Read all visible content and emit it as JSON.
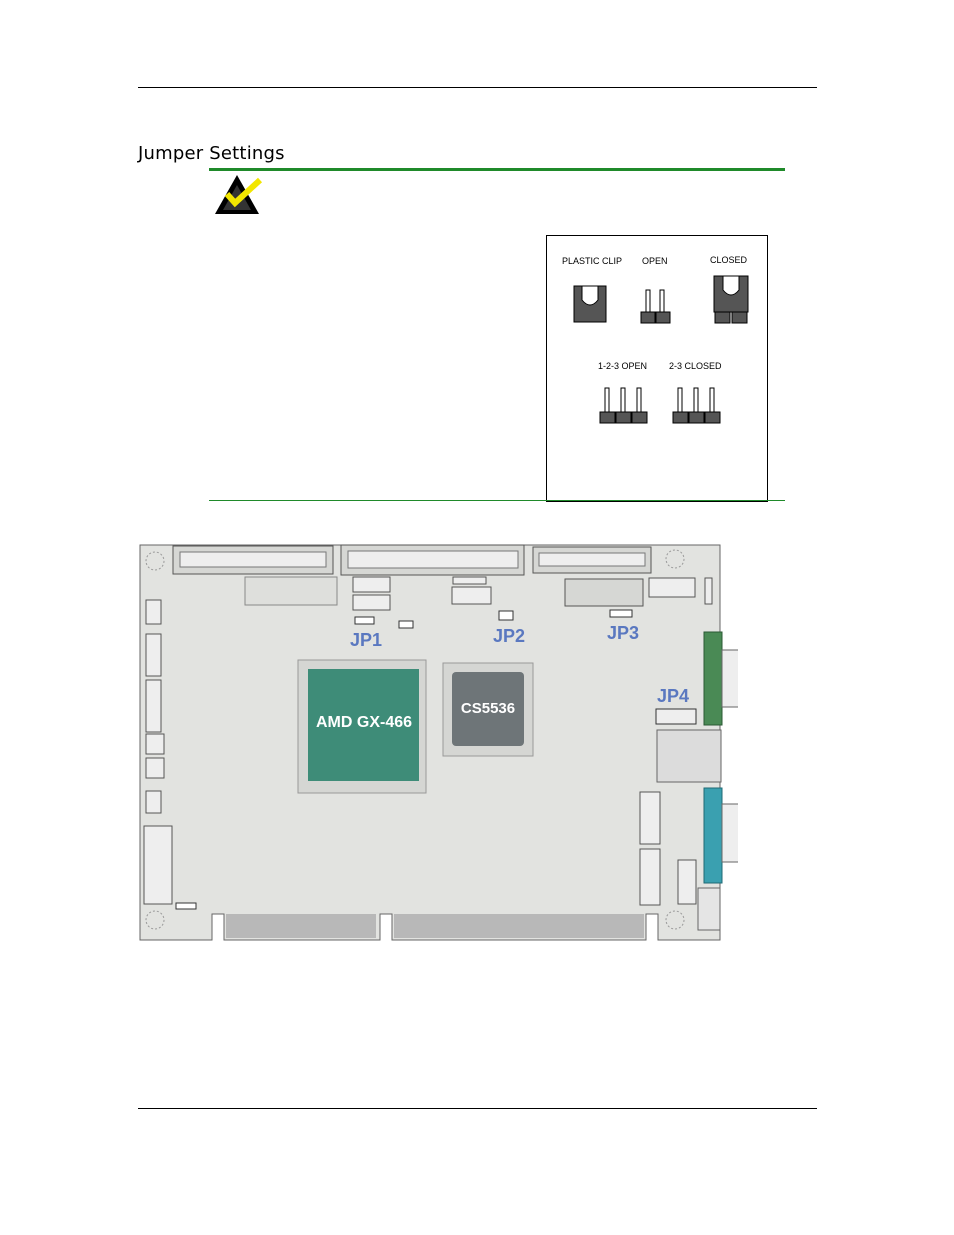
{
  "page": {
    "section_title": "Jumper Settings"
  },
  "note": {
    "icon": "checkmark-triangle-icon"
  },
  "jumper_legend": {
    "plastic_clip": "PLASTIC CLIP",
    "open": "OPEN",
    "closed": "CLOSED",
    "three_pin_open": "1-2-3 OPEN",
    "three_pin_closed": "2-3 CLOSED"
  },
  "board": {
    "labels": {
      "jp1": "JP1",
      "jp2": "JP2",
      "jp3": "JP3",
      "jp4": "JP4",
      "cpu": "AMD GX-466",
      "chipset": "CS5536"
    },
    "colors": {
      "pcb": "#e2e3e0",
      "cpu": "#3e8c78",
      "chipset": "#6e7578",
      "label": "#5a78c0",
      "serial_green": "#4a8a55",
      "serial_teal": "#3aa0b0"
    }
  }
}
